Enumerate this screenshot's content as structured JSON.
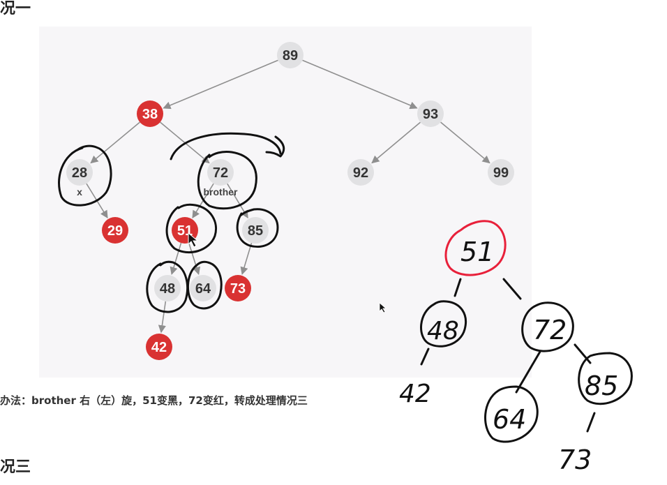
{
  "headings": {
    "top": "况一",
    "bottom": "况三"
  },
  "solution_text": "办法：brother 右（左）旋，51变黑，72变红，转成处理情况三",
  "colors": {
    "red": "#d93232",
    "black_node": "#e1e1e3",
    "edge": "#8f8f8f",
    "panel": "#f7f6f8",
    "ink": "#111111",
    "ink_red": "#e8203a"
  },
  "tree": {
    "nodes": [
      {
        "id": "n89",
        "label": "89",
        "color": "black"
      },
      {
        "id": "n38",
        "label": "38",
        "color": "red"
      },
      {
        "id": "n93",
        "label": "93",
        "color": "black"
      },
      {
        "id": "n28",
        "label": "28",
        "color": "black",
        "tag": "x"
      },
      {
        "id": "n72",
        "label": "72",
        "color": "black",
        "tag": "brother"
      },
      {
        "id": "n92",
        "label": "92",
        "color": "black"
      },
      {
        "id": "n99",
        "label": "99",
        "color": "black"
      },
      {
        "id": "n29",
        "label": "29",
        "color": "red"
      },
      {
        "id": "n51",
        "label": "51",
        "color": "red"
      },
      {
        "id": "n85",
        "label": "85",
        "color": "black"
      },
      {
        "id": "n48",
        "label": "48",
        "color": "black"
      },
      {
        "id": "n64",
        "label": "64",
        "color": "black"
      },
      {
        "id": "n73",
        "label": "73",
        "color": "red"
      },
      {
        "id": "n42",
        "label": "42",
        "color": "red"
      }
    ],
    "edges": [
      [
        "n89",
        "n38"
      ],
      [
        "n89",
        "n93"
      ],
      [
        "n38",
        "n28"
      ],
      [
        "n38",
        "n72"
      ],
      [
        "n93",
        "n92"
      ],
      [
        "n93",
        "n99"
      ],
      [
        "n28",
        "n29"
      ],
      [
        "n72",
        "n51"
      ],
      [
        "n72",
        "n85"
      ],
      [
        "n51",
        "n48"
      ],
      [
        "n51",
        "n64"
      ],
      [
        "n85",
        "n73"
      ],
      [
        "n48",
        "n42"
      ]
    ]
  },
  "handwritten": {
    "labels": [
      "51",
      "48",
      "72",
      "42",
      "64",
      "85",
      "73"
    ]
  }
}
